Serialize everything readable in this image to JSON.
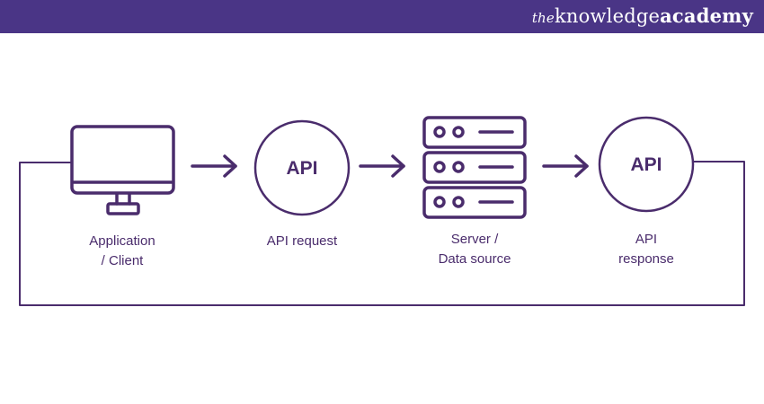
{
  "header": {
    "brand_prefix": "the",
    "brand_main": "knowledge",
    "brand_suffix": "academy"
  },
  "colors": {
    "header_bg": "#4a3586",
    "diagram_stroke": "#4a2c6c",
    "text": "#4a2c6c"
  },
  "nodes": {
    "client": {
      "icon": "monitor-icon",
      "label": "Application\n/ Client"
    },
    "request": {
      "icon": "api-circle",
      "text": "API",
      "label": "API request"
    },
    "server": {
      "icon": "server-stack-icon",
      "label": "Server /\nData source"
    },
    "response": {
      "icon": "api-circle",
      "text": "API",
      "label": "API\nresponse"
    }
  }
}
